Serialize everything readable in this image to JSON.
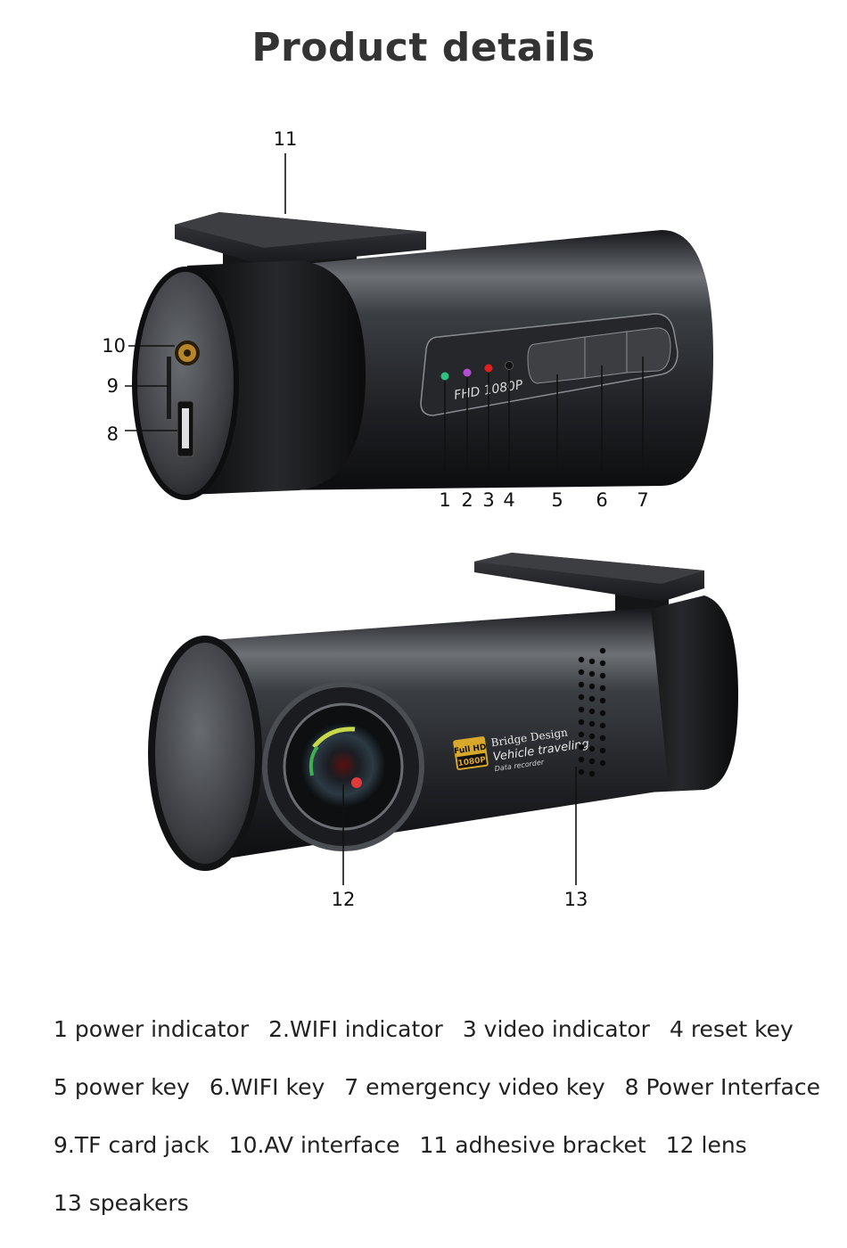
{
  "title": "Product details",
  "callouts": {
    "c1": "1",
    "c2": "2",
    "c3": "3",
    "c4": "4",
    "c5": "5",
    "c6": "6",
    "c7": "7",
    "c8": "8",
    "c9": "9",
    "c10": "10",
    "c11": "11",
    "c12": "12",
    "c13": "13"
  },
  "device_labels": {
    "fhd": "FHD 1080P",
    "badge_top": "Full HD",
    "badge_bottom": "1080P",
    "brand": "Bridge Design",
    "slogan": "Vehicle traveling",
    "sub": "Data recorder"
  },
  "legend": [
    [
      "1 power indicator",
      "2.WIFI indicator",
      "3 video indicator",
      "4 reset key"
    ],
    [
      "5 power key",
      "6.WIFI key",
      "7 emergency video key",
      "8 Power Interface"
    ],
    [
      "9.TF card jack",
      "10.AV interface",
      "11 adhesive bracket",
      "12 lens"
    ],
    [
      "13 speakers"
    ]
  ],
  "colors": {
    "led_power": "#2ec27e",
    "led_wifi": "#b04fd0",
    "led_video": "#e02020",
    "led_reset": "#111111",
    "body": "#2a2c30"
  }
}
